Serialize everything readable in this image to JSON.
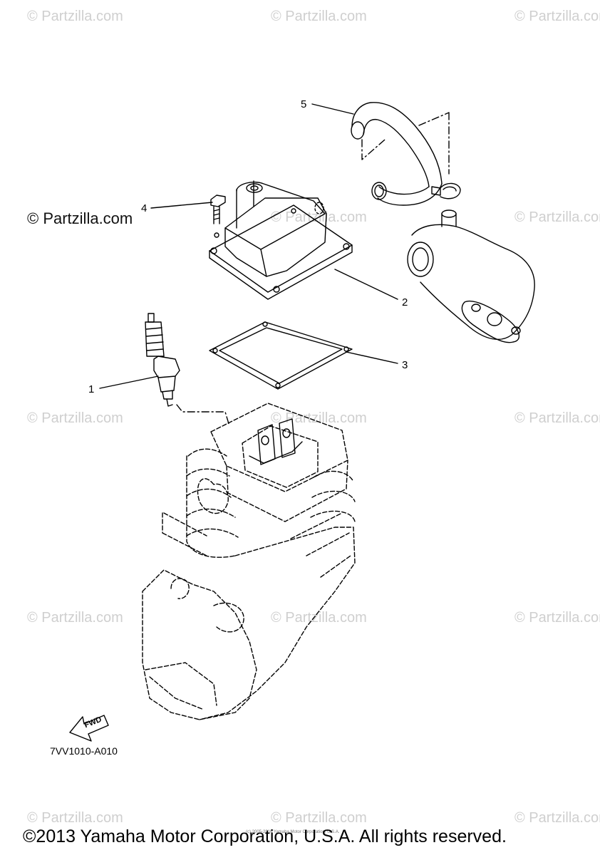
{
  "watermark_text": "© Partzilla.com",
  "brand_label": "© Partzilla.com",
  "callouts": [
    "1",
    "2",
    "3",
    "4",
    "5"
  ],
  "diagram_code": "7VV1010-A010",
  "fwd_label": "FWD",
  "copyright": "©2013 Yamaha Motor Corporation, U.S.A. All rights reserved.",
  "tiny_copyright": "(c) 2005-2016 Yamaha Motor Corporation, U.S.A.",
  "colors": {
    "line": "#000000",
    "watermark": "#cfcfcf",
    "background": "#ffffff"
  }
}
